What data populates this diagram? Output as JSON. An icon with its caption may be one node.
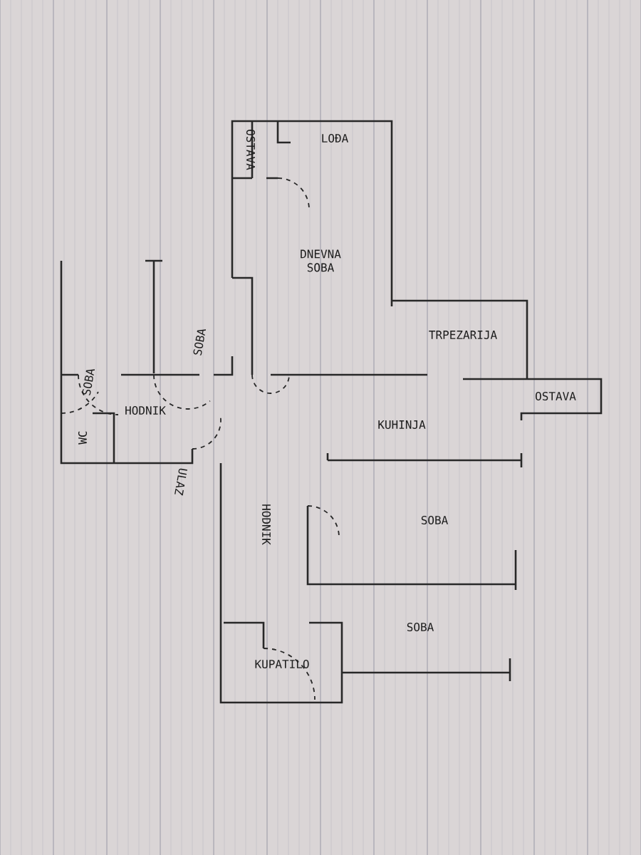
{
  "diagram": {
    "labels": [
      "LOĐA",
      "OSTAVA",
      "DNEVNA SOBA",
      "SOBA",
      "SOBA",
      "TRPEZARIJA",
      "HODNIK",
      "KUHINJA",
      "OSTAVA",
      "WC",
      "ULAZ",
      "HODNIK",
      "SOBA",
      "SOBA",
      "KUPATILO"
    ]
  }
}
